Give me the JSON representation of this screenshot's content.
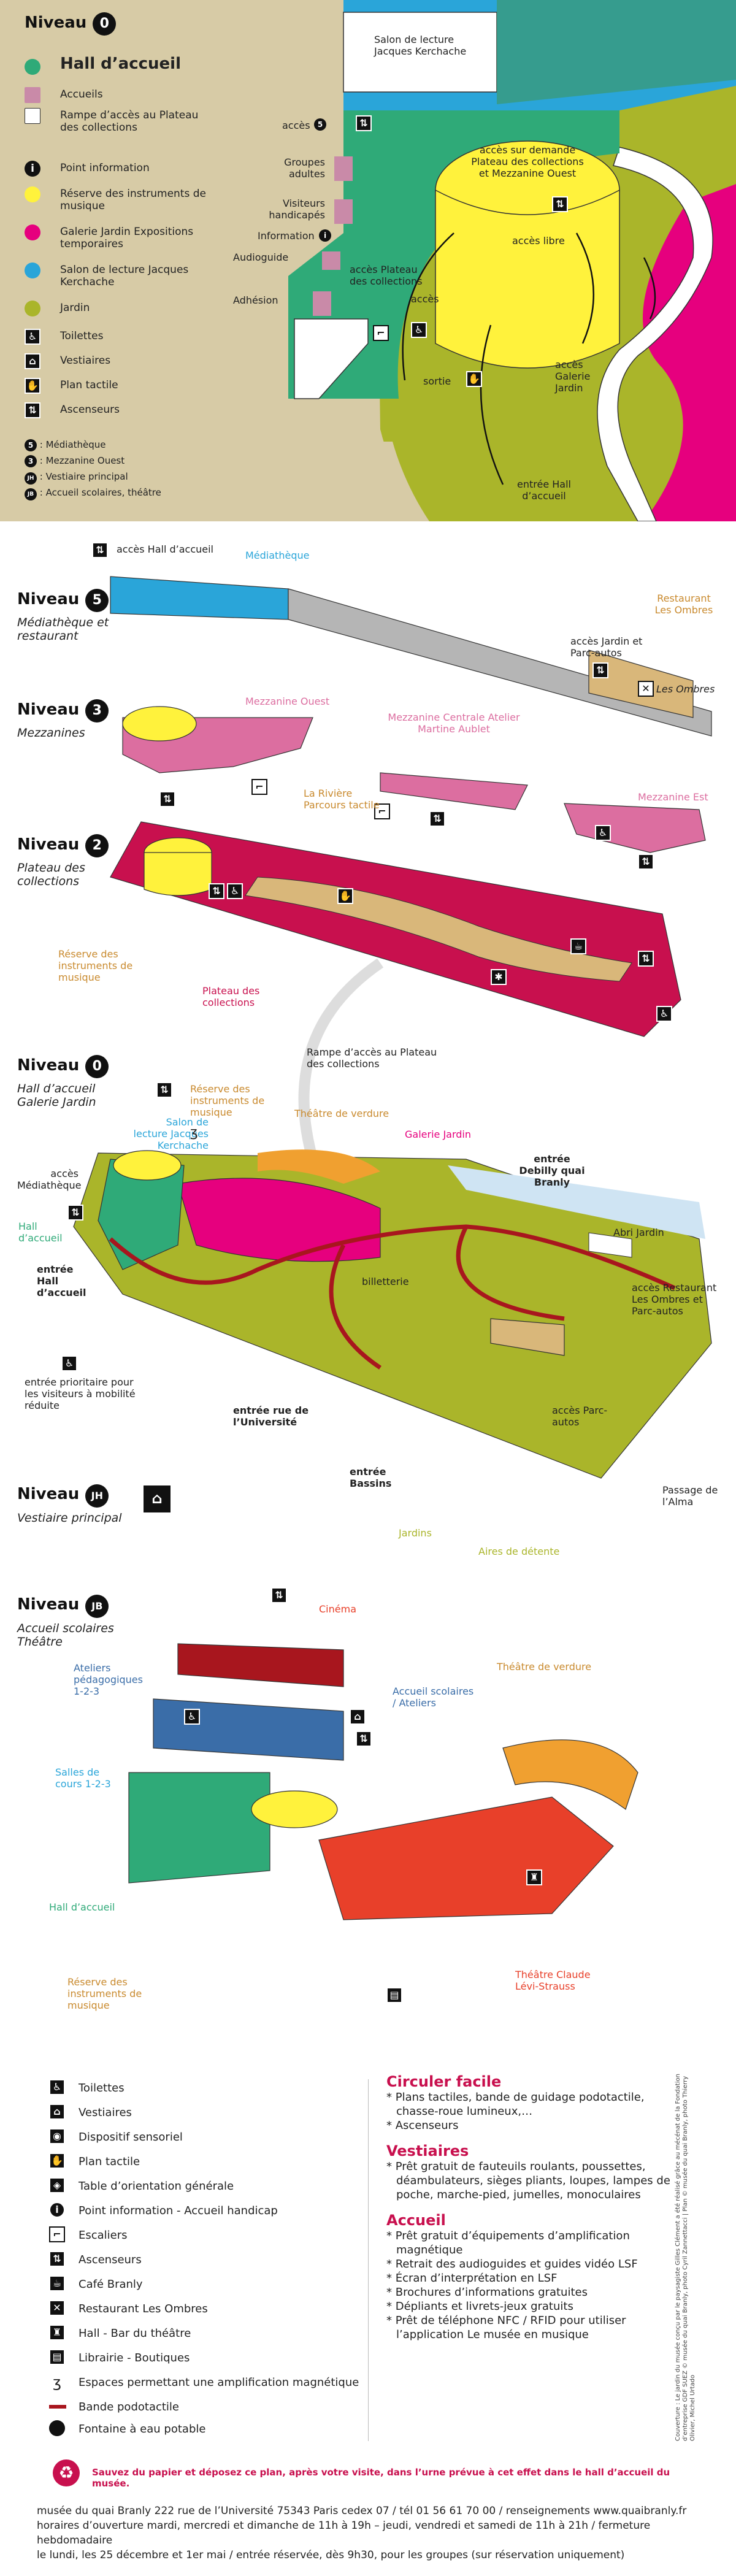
{
  "level0_top": {
    "title": "Niveau",
    "num": "0",
    "legend": [
      {
        "label": "Hall d’accueil",
        "color": "#2faa78",
        "bold": true
      },
      {
        "label": "Accueils",
        "color": "#c98aa8"
      },
      {
        "label": "Rampe d’accès au Plateau des collections",
        "color": "#ffffff"
      },
      {
        "label": "Point information",
        "color": "#111111"
      },
      {
        "label": "Réserve des instruments de musique",
        "color": "#fff23c"
      },
      {
        "label": "Galerie Jardin Expositions temporaires",
        "color": "#e6007e"
      },
      {
        "label": "Salon de lecture Jacques Kerchache",
        "color": "#2aa5d9"
      },
      {
        "label": "Jardin",
        "color": "#aab52a"
      },
      {
        "label": "Toilettes",
        "color": "#111111"
      },
      {
        "label": "Vestiaires",
        "color": "#111111"
      },
      {
        "label": "Plan tactile",
        "color": "#111111"
      },
      {
        "label": "Ascenseurs",
        "color": "#111111"
      }
    ],
    "access_legend": [
      {
        "code": "5",
        "label": ": Médiathèque"
      },
      {
        "code": "3",
        "label": ": Mezzanine Ouest"
      },
      {
        "code": "JH",
        "label": ": Vestiaire principal"
      },
      {
        "code": "JB",
        "label": ": Accueil scolaires, théâtre"
      }
    ],
    "map_labels": {
      "salon": "Salon de lecture Jacques Kerchache",
      "acces": "accès",
      "groupes": "Groupes adultes",
      "visiteurs": "Visiteurs handicapés",
      "information": "Information",
      "audioguide": "Audioguide",
      "adhesion": "Adhésion",
      "acces_plateau": "accès Plateau des collections",
      "acces_demande": "accès sur demande Plateau des collections et Mezzanine Ouest",
      "acces_libre": "accès libre",
      "sortie": "sortie",
      "acces_jardin": "accès Galerie Jardin",
      "entree_hall": "entrée Hall d’accueil"
    }
  },
  "level5": {
    "title": "Niveau",
    "num": "5",
    "sub": "Médiathèque et restaurant",
    "acces_hall": "accès Hall d’accueil",
    "mediatheque": "Médiathèque",
    "restaurant": "Restaurant Les Ombres",
    "acces_jardin": "accès Jardin et Parc-autos",
    "les_ombres": "Les Ombres"
  },
  "level3": {
    "title": "Niveau",
    "num": "3",
    "sub": "Mezzanines",
    "ouest": "Mezzanine Ouest",
    "centrale": "Mezzanine Centrale Atelier Martine Aublet",
    "est": "Mezzanine Est"
  },
  "level2": {
    "title": "Niveau",
    "num": "2",
    "sub": "Plateau des collections",
    "riviere": "La Rivière Parcours tactile",
    "reserve": "Réserve des instruments de musique",
    "plateau": "Plateau des collections",
    "rampe": "Rampe d’accès au Plateau des collections"
  },
  "level0": {
    "title": "Niveau",
    "num": "0",
    "sub": "Hall d’accueil Galerie Jardin",
    "salon": "Salon de lecture Jacques Kerchache",
    "reserve": "Réserve des instruments de musique",
    "theatre_verdure": "Théâtre de verdure",
    "galerie": "Galerie Jardin",
    "entree_debilly": "entrée Debilly quai Branly",
    "acces_media": "accès Médiathèque",
    "hall": "Hall d’accueil",
    "entree_hall": "entrée Hall d’accueil",
    "billetterie": "billetterie",
    "abri": "Abri Jardin",
    "acces_restaurant": "accès Restaurant Les Ombres et Parc-autos",
    "entree_prio": "entrée prioritaire pour les visiteurs à mobilité réduite",
    "entree_univ": "entrée rue de l’Université",
    "acces_parc": "accès Parc-autos",
    "entree_bassins": "entrée Bassins",
    "passage": "Passage de l’Alma",
    "jardins": "Jardins",
    "aires": "Aires de détente"
  },
  "levelJH": {
    "title": "Niveau",
    "num": "JH",
    "sub": "Vestiaire principal"
  },
  "levelJB": {
    "title": "Niveau",
    "num": "JB",
    "sub": "Accueil scolaires Théâtre",
    "cinema": "Cinéma",
    "ateliers": "Ateliers pédagogiques 1-2-3",
    "theatre_verdure": "Théâtre de verdure",
    "accueil_scol": "Accueil scolaires / Ateliers",
    "salles": "Salles de cours 1-2-3",
    "hall": "Hall d’accueil",
    "reserve": "Réserve des instruments de musique",
    "theatre_claude": "Théâtre Claude Lévi-Strauss"
  },
  "bottom_legend": [
    {
      "icon": "toilets-icon",
      "glyph": "♿",
      "label": "Toilettes"
    },
    {
      "icon": "cloakroom-icon",
      "glyph": "⌂",
      "label": "Vestiaires"
    },
    {
      "icon": "sensory-icon",
      "glyph": "◉",
      "label": "Dispositif sensoriel"
    },
    {
      "icon": "tactile-plan-icon",
      "glyph": "✋",
      "label": "Plan tactile"
    },
    {
      "icon": "orientation-table-icon",
      "glyph": "◈",
      "label": "Table d’orientation générale"
    },
    {
      "icon": "info-icon",
      "glyph": "i",
      "label": "Point information - Accueil handicap"
    },
    {
      "icon": "stairs-icon",
      "glyph": "⌐",
      "label": "Escaliers"
    },
    {
      "icon": "elevator-icon",
      "glyph": "⇅",
      "label": "Ascenseurs"
    },
    {
      "icon": "cafe-icon",
      "glyph": "☕",
      "label": "Café Branly"
    },
    {
      "icon": "restaurant-icon",
      "glyph": "✕",
      "label": "Restaurant Les Ombres"
    },
    {
      "icon": "bar-icon",
      "glyph": "♜",
      "label": "Hall - Bar du théâtre"
    },
    {
      "icon": "shop-icon",
      "glyph": "▤",
      "label": "Librairie - Boutiques"
    },
    {
      "icon": "hearing-icon",
      "glyph": "ʒ",
      "label": "Espaces permettant une amplification magnétique"
    },
    {
      "icon": "tactile-strip-icon",
      "glyph": "",
      "label": "Bande podotactile"
    },
    {
      "icon": "fountain-icon",
      "glyph": "●",
      "label": "Fontaine à eau potable"
    }
  ],
  "info": {
    "circuler_title": "Circuler facile",
    "circuler": [
      "Plans tactiles, bande de guidage podotactile, chasse-roue lumineux,…",
      "Ascenseurs"
    ],
    "vestiaires_title": "Vestiaires",
    "vestiaires": [
      "Prêt gratuit de fauteuils roulants, poussettes, déambulateurs, sièges pliants, loupes, lampes de poche, marche-pied, jumelles, monoculaires"
    ],
    "accueil_title": "Accueil",
    "accueil": [
      "Prêt gratuit d’équipements d’amplification magnétique",
      "Retrait des audioguides et guides vidéo LSF",
      "Écran d’interprétation en LSF",
      "Brochures d’informations gratuites",
      "Dépliants et livrets-jeux gratuits",
      "Prêt de téléphone NFC / RFID pour utiliser l’application Le musée en musique"
    ]
  },
  "credits": "Couverture : Le jardin du musée conçu par le paysagiste Gilles Clément a été réalisé grâce au mécénat de la Fondation d’entreprise GDF SUEZ © musée du quai Branly, photo Cyril Zannettacci | Plan © musée du quai Branly, photo Thierry Olivier, Michel Urtado",
  "recycle": "Sauvez du papier et déposez ce plan, après votre visite, dans l’urne prévue à cet effet dans le hall d’accueil du musée.",
  "footer": {
    "line1": "musée du quai Branly 222 rue de l’Université 75343 Paris cedex 07 / tél 01 56 61 70 00 / renseignements www.quaibranly.fr",
    "line2": "horaires d’ouverture mardi, mercredi et dimanche de 11h à 19h – jeudi, vendredi et samedi de 11h à 21h / fermeture hebdomadaire",
    "line3": "le lundi, les 25 décembre et 1er mai / entrée réservée, dès 9h30, pour les groupes (sur réservation uniquement)"
  },
  "colors": {
    "beige": "#d7cba6",
    "green": "#2faa78",
    "yellow": "#fff23c",
    "magenta": "#e6007e",
    "crimson": "#c8104e",
    "olive": "#aab52a",
    "pink": "#dc6ea0",
    "blue": "#2aa5d9",
    "orange": "#f0a030",
    "red": "#e8402a",
    "brown": "#a8161e",
    "tan": "#d9b77a"
  }
}
